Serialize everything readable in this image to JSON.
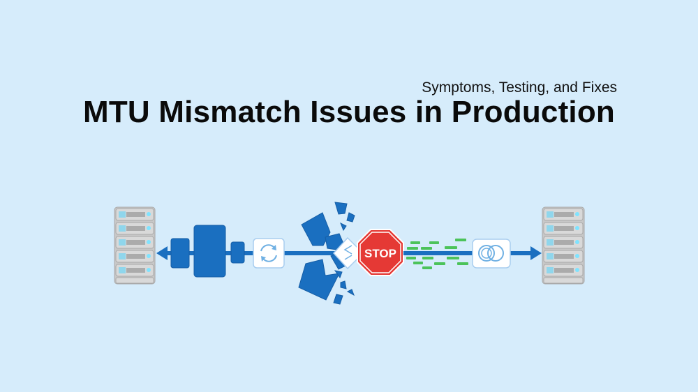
{
  "header": {
    "subtitle": "Symptoms, Testing, and Fixes",
    "title": "MTU Mismatch Issues in Production"
  },
  "diagram": {
    "stop_sign_label": "STOP",
    "colors": {
      "background": "#d6ecfb",
      "primary_blue": "#1a6fc0",
      "stop_red": "#e53935",
      "packet_green": "#4cc35a",
      "server_gray": "#c9c9c9",
      "server_led": "#7fe3ff"
    },
    "icons": [
      "server-rack-left-icon",
      "packet-blocks-icon",
      "refresh-icon",
      "shattered-packet-icon",
      "stop-sign-icon",
      "green-data-dashes-icon",
      "linked-rings-icon",
      "server-rack-right-icon"
    ]
  }
}
